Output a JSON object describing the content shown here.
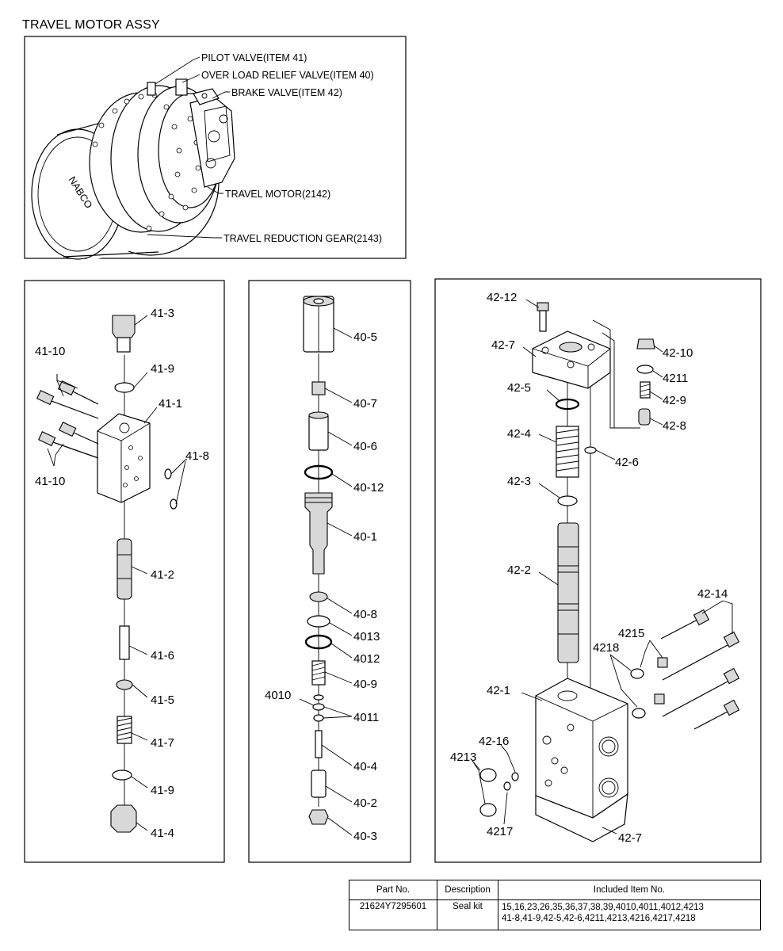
{
  "title": "TRAVEL MOTOR ASSY",
  "assembly_labels": {
    "pilot_valve": "PILOT VALVE(ITEM 41)",
    "over_load": "OVER LOAD RELIEF VALVE(ITEM 40)",
    "brake_valve": "BRAKE VALVE(ITEM 42)",
    "travel_motor": "TRAVEL MOTOR(2142)",
    "reduction_gear": "TRAVEL REDUCTION GEAR(2143)",
    "brand": "NABCO"
  },
  "pilot_valve_labels": {
    "p41_3": "41-3",
    "p41_9a": "41-9",
    "p41_10a": "41-10",
    "p41_1": "41-1",
    "p41_8": "41-8",
    "p41_10b": "41-10",
    "p41_2": "41-2",
    "p41_6": "41-6",
    "p41_5": "41-5",
    "p41_7": "41-7",
    "p41_9b": "41-9",
    "p41_4": "41-4"
  },
  "relief_valve_labels": {
    "p40_5": "40-5",
    "p40_7": "40-7",
    "p40_6": "40-6",
    "p40_12": "40-12",
    "p40_1": "40-1",
    "p40_8": "40-8",
    "p4013": "4013",
    "p4012": "4012",
    "p40_9": "40-9",
    "p4010": "4010",
    "p4011": "4011",
    "p40_4": "40-4",
    "p40_2": "40-2",
    "p40_3": "40-3"
  },
  "brake_valve_labels": {
    "p42_12": "42-12",
    "p42_7a": "42-7",
    "p42_10": "42-10",
    "p4211": "4211",
    "p42_5": "42-5",
    "p42_9": "42-9",
    "p42_8": "42-8",
    "p42_4": "42-4",
    "p42_6": "42-6",
    "p42_3": "42-3",
    "p42_2": "42-2",
    "p42_14": "42-14",
    "p4215": "4215",
    "p4218": "4218",
    "p42_1": "42-1",
    "p42_16": "42-16",
    "p4213": "4213",
    "p4217": "4217",
    "p42_7b": "42-7"
  },
  "parts_table": {
    "headers": [
      "Part No.",
      "Description",
      "Included Item No."
    ],
    "rows": [
      {
        "part_no": "21624Y7295601",
        "description": "Seal kit",
        "items_line1": "15,16,23,26,35,36,37,38,39,4010,4011,4012,4213",
        "items_line2": "41-8,41-9,42-5,42-6,4211,4213,4216,4217,4218"
      }
    ]
  }
}
